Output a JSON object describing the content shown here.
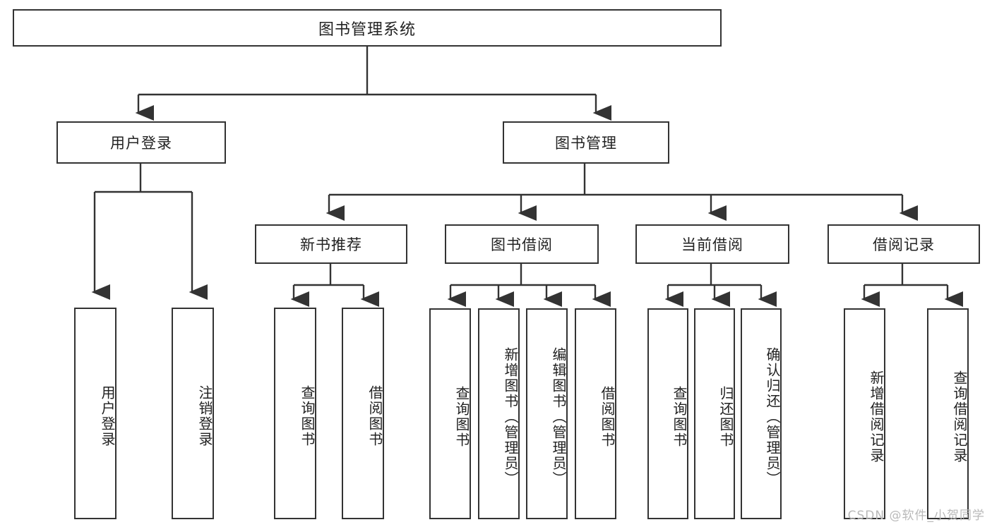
{
  "diagram": {
    "title": "图书管理系统",
    "type": "tree",
    "watermark": "CSDN @软件_小贺同学",
    "line_color": "#333333",
    "box_fill": "#ffffff",
    "text_color": "#222222",
    "root": {
      "label": "图书管理系统",
      "children": [
        {
          "label": "用户登录",
          "children": [
            {
              "label": "用户登录"
            },
            {
              "label": "注销登录"
            }
          ]
        },
        {
          "label": "图书管理",
          "children": [
            {
              "label": "新书推荐",
              "children": [
                {
                  "label": "查询图书"
                },
                {
                  "label": "借阅图书"
                }
              ]
            },
            {
              "label": "图书借阅",
              "children": [
                {
                  "label": "查询图书"
                },
                {
                  "label": "新增图书（管理员）"
                },
                {
                  "label": "编辑图书（管理员）"
                },
                {
                  "label": "借阅图书"
                }
              ]
            },
            {
              "label": "当前借阅",
              "children": [
                {
                  "label": "查询图书"
                },
                {
                  "label": "归还图书"
                },
                {
                  "label": "确认归还（管理员）"
                }
              ]
            },
            {
              "label": "借阅记录",
              "children": [
                {
                  "label": "新增借阅记录"
                },
                {
                  "label": "查询借阅记录"
                }
              ]
            }
          ]
        }
      ]
    }
  },
  "nodes": {
    "root": "图书管理系统",
    "user_login": "用户登录",
    "book_manage": "图书管理",
    "new_book_rec": "新书推荐",
    "book_borrow": "图书借阅",
    "current_borrow": "当前借阅",
    "borrow_record": "借阅记录",
    "leaf_user_login": "用户登录",
    "leaf_logout": "注销登录",
    "leaf_rec_query": "查询图书",
    "leaf_rec_borrow": "借阅图书",
    "leaf_bb_query": "查询图书",
    "leaf_bb_add": "新增图书（管理员）",
    "leaf_bb_edit": "编辑图书（管理员）",
    "leaf_bb_borrow": "借阅图书",
    "leaf_cb_query": "查询图书",
    "leaf_cb_return": "归还图书",
    "leaf_cb_confirm": "确认归还（管理员）",
    "leaf_br_add": "新增借阅记录",
    "leaf_br_query": "查询借阅记录"
  },
  "footer": {
    "watermark": "CSDN @软件_小贺同学"
  }
}
